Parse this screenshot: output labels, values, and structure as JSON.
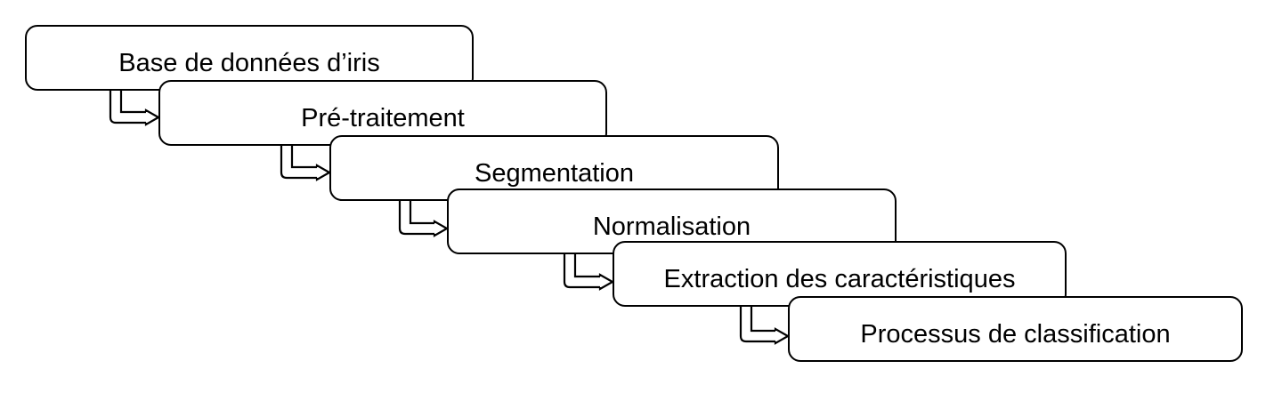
{
  "diagram": {
    "type": "staircase-flow",
    "colors": {
      "stroke": "#000000",
      "fill": "#ffffff",
      "text": "#000000"
    },
    "connector_icon": "hollow-hook-arrow-icon",
    "steps": [
      {
        "label": "Base de données d’iris"
      },
      {
        "label": "Pré-traitement"
      },
      {
        "label": "Segmentation"
      },
      {
        "label": "Normalisation"
      },
      {
        "label": "Extraction des caractéristiques"
      },
      {
        "label": "Processus de classification"
      }
    ]
  }
}
